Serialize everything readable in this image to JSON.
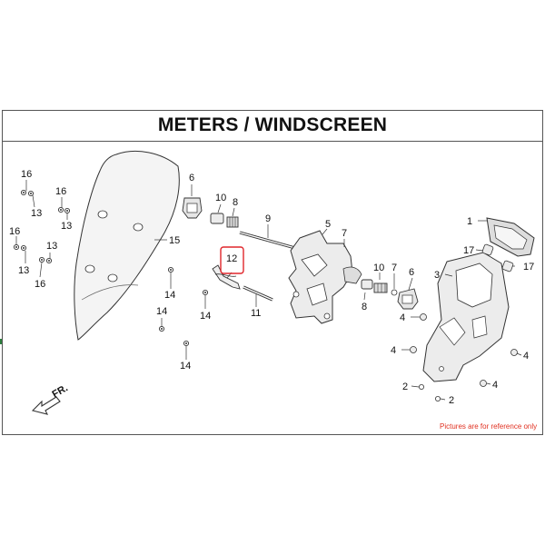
{
  "title": "METERS / WINDSCREEN",
  "direction_label": "FR.",
  "note": "Pictures are for reference only",
  "highlighted_part": "12",
  "colors": {
    "highlight": "#e0262b",
    "note": "#e03020",
    "line": "#333333",
    "part_fill": "#ececec"
  },
  "callouts": [
    {
      "id": "c16a",
      "label": "16"
    },
    {
      "id": "c13a",
      "label": "13"
    },
    {
      "id": "c16b",
      "label": "16"
    },
    {
      "id": "c13b",
      "label": "13"
    },
    {
      "id": "c16c",
      "label": "16"
    },
    {
      "id": "c13c",
      "label": "13"
    },
    {
      "id": "c13d",
      "label": "13"
    },
    {
      "id": "c16d",
      "label": "16"
    },
    {
      "id": "c15",
      "label": "15"
    },
    {
      "id": "c14a",
      "label": "14"
    },
    {
      "id": "c14b",
      "label": "14"
    },
    {
      "id": "c14c",
      "label": "14"
    },
    {
      "id": "c14d",
      "label": "14"
    },
    {
      "id": "c6a",
      "label": "6"
    },
    {
      "id": "c10a",
      "label": "10"
    },
    {
      "id": "c8a",
      "label": "8"
    },
    {
      "id": "c9",
      "label": "9"
    },
    {
      "id": "c12",
      "label": "12"
    },
    {
      "id": "c11",
      "label": "11"
    },
    {
      "id": "c5",
      "label": "5"
    },
    {
      "id": "c7a",
      "label": "7"
    },
    {
      "id": "c10b",
      "label": "10"
    },
    {
      "id": "c7b",
      "label": "7"
    },
    {
      "id": "c6b",
      "label": "6"
    },
    {
      "id": "c8b",
      "label": "8"
    },
    {
      "id": "c4a",
      "label": "4"
    },
    {
      "id": "c1",
      "label": "1"
    },
    {
      "id": "c17a",
      "label": "17"
    },
    {
      "id": "c17b",
      "label": "17"
    },
    {
      "id": "c3",
      "label": "3"
    },
    {
      "id": "c4b",
      "label": "4"
    },
    {
      "id": "c4c",
      "label": "4"
    },
    {
      "id": "c4d",
      "label": "4"
    },
    {
      "id": "c2a",
      "label": "2"
    },
    {
      "id": "c2b",
      "label": "2"
    }
  ]
}
